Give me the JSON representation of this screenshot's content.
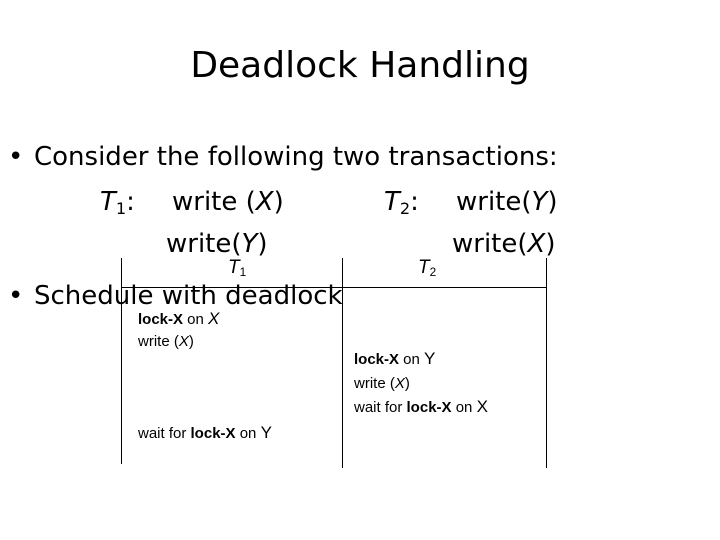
{
  "slide": {
    "title": "Deadlock Handling",
    "bullet1": {
      "text": "Consider the following two transactions:"
    },
    "t1": {
      "label": "T",
      "sub": "1",
      "colon": ":",
      "line1_op": "write (",
      "line1_var": "X",
      "line1_close": ")",
      "line2_op": "write(",
      "line2_var": "Y",
      "line2_close": ")"
    },
    "t2": {
      "label": "T",
      "sub": "2",
      "colon": ":",
      "line1_op": "write(",
      "line1_var": "Y",
      "line1_close": ")",
      "line2_op": "write(",
      "line2_var": "X",
      "line2_close": ")"
    },
    "bullet2": {
      "text": "Schedule with deadlock"
    }
  },
  "schedule": {
    "col1_header": {
      "label": "T",
      "sub": "1"
    },
    "col2_header": {
      "label": "T",
      "sub": "2"
    },
    "col1": {
      "lock_x_bold": "lock-X",
      "lock_x_on": " on ",
      "lock_x_var": "X",
      "write_x_op": "write (",
      "write_x_var": "X",
      "write_x_close": ")",
      "wait_pre": "wait for ",
      "wait_bold": "lock-X",
      "wait_on": " on ",
      "wait_var": "Y"
    },
    "col2": {
      "lock_y_bold": "lock-X",
      "lock_y_on": " on ",
      "lock_y_var": "Y",
      "write_x_op": "write (",
      "write_x_var": "X",
      "write_x_close": ")",
      "wait_pre": "wait for ",
      "wait_bold": "lock-X",
      "wait_on": " on ",
      "wait_var": "X"
    }
  }
}
